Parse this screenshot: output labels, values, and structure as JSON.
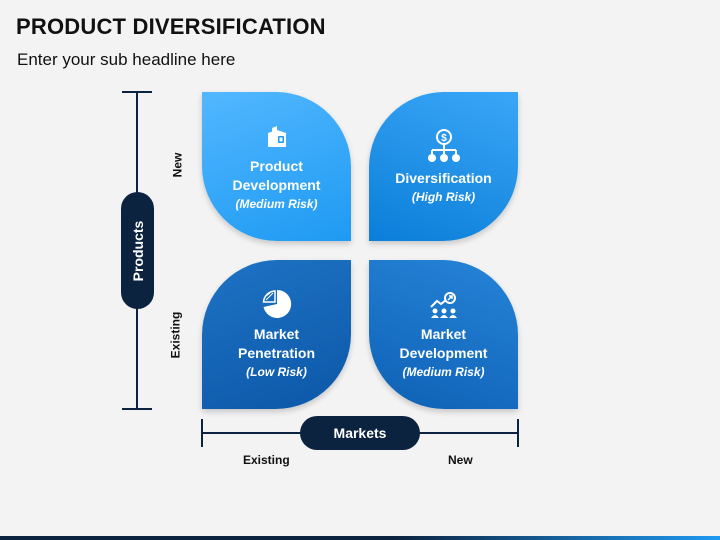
{
  "header": {
    "title": "PRODUCT DIVERSIFICATION",
    "subtitle": "Enter your sub headline here"
  },
  "axes": {
    "y_axis_label": "Products",
    "y_new": "New",
    "y_existing": "Existing",
    "x_axis_label": "Markets",
    "x_existing": "Existing",
    "x_new": "New",
    "axis_color": "#0c2340"
  },
  "quadrants": [
    {
      "name_line1": "Product",
      "name_line2": "Development",
      "risk": "(Medium Risk)",
      "icon": "product-box-icon"
    },
    {
      "name_line1": "Diversification",
      "name_line2": "",
      "risk": "(High Risk)",
      "icon": "hierarchy-dollar-icon"
    },
    {
      "name_line1": "Market",
      "name_line2": "Penetration",
      "risk": "(Low Risk)",
      "icon": "pie-chart-icon"
    },
    {
      "name_line1": "Market",
      "name_line2": "Development",
      "risk": "(Medium Risk)",
      "icon": "growth-people-icon"
    }
  ],
  "colors": {
    "light_blue": "#1e9af2",
    "mid_blue": "#0b7ed8",
    "dark_blue": "#0c57a8",
    "navy": "#0c2340"
  }
}
